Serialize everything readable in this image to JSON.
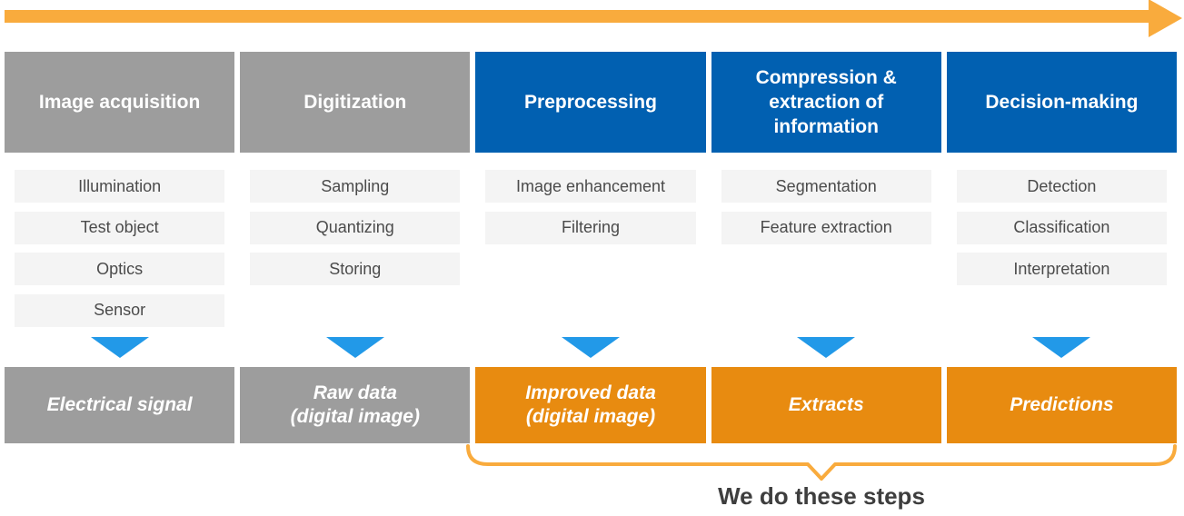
{
  "colors": {
    "arrow-orange": "#f9ab3d",
    "header-gray": "#9d9d9d",
    "header-blue": "#0160b1",
    "item-bg": "#f4f4f4",
    "item-text": "#4b4b4b",
    "triangle-blue": "#2299e8",
    "result-orange": "#e88b10",
    "caption-text": "#3e3e3e"
  },
  "columns": [
    {
      "header": "Image acquisition",
      "items": [
        "Illumination",
        "Test object",
        "Optics",
        "Sensor"
      ],
      "result": "Electrical signal"
    },
    {
      "header": "Digitization",
      "items": [
        "Sampling",
        "Quantizing",
        "Storing"
      ],
      "result": "Raw data\n(digital image)"
    },
    {
      "header": "Preprocessing",
      "items": [
        "Image enhancement",
        "Filtering"
      ],
      "result": "Improved data\n(digital image)"
    },
    {
      "header": "Compression &\nextraction of\ninformation",
      "items": [
        "Segmentation",
        "Feature extraction"
      ],
      "result": "Extracts"
    },
    {
      "header": "Decision-making",
      "items": [
        "Detection",
        "Classification",
        "Interpretation"
      ],
      "result": "Predictions"
    }
  ],
  "caption": "We do these steps"
}
